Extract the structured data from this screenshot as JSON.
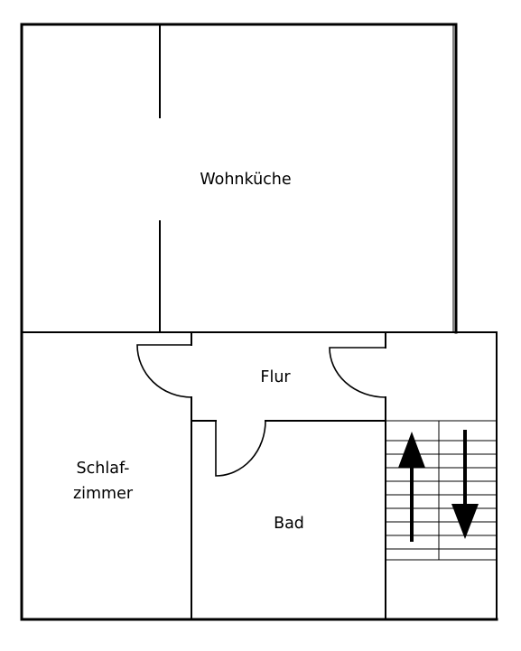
{
  "rooms": {
    "wohnkueche": "Wohnküche",
    "flur": "Flur",
    "schlafzimmer_line1": "Schlaf-",
    "schlafzimmer_line2": "zimmer",
    "bad": "Bad"
  },
  "stairs": {
    "up_arrow": "arrow-up",
    "down_arrow": "arrow-down"
  },
  "colors": {
    "ink": "#000000",
    "paper": "#ffffff"
  }
}
